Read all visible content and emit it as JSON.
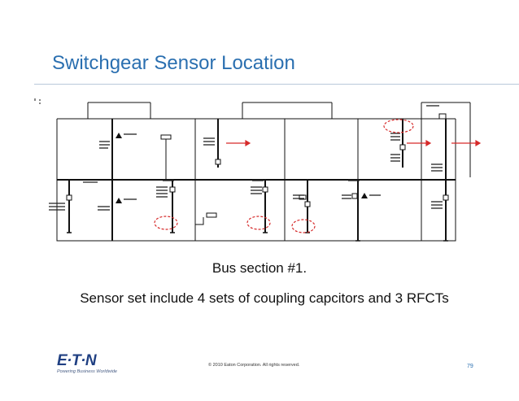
{
  "slide": {
    "title": "Switchgear Sensor Location",
    "caption_line1": "Bus section #1.",
    "caption_line2": "Sensor set include 4 sets of coupling capcitors and 3 RFCTs",
    "copyright": "© 2010 Eaton Corporation. All rights reserved.",
    "page_number": "79"
  },
  "logo": {
    "wordmark": "E·T·N",
    "tagline": "Powering Business Worldwide"
  },
  "colors": {
    "title": "#2a6fb0",
    "line": "#111111",
    "sensor_highlight": "#d62b2b",
    "logo": "#1f3f82"
  }
}
